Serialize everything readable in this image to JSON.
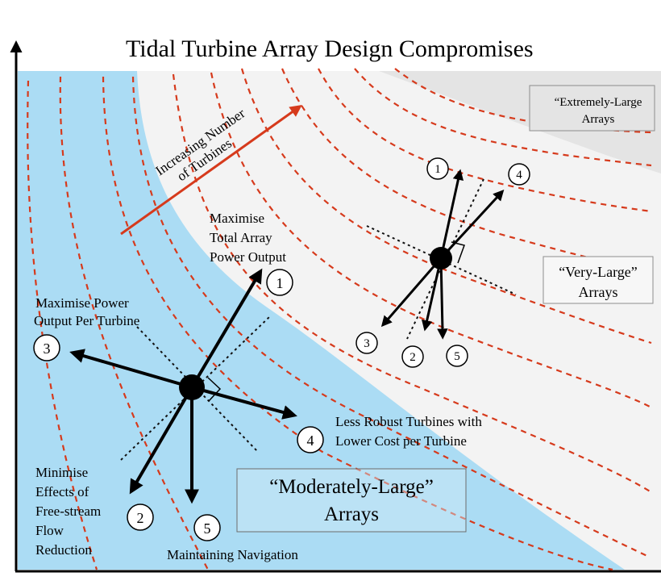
{
  "title": "Tidal Turbine Array Design Compromises",
  "increasing_label": [
    "Increasing Number",
    "of Turbines"
  ],
  "regions": {
    "moderate": [
      "“Moderately-Large”",
      "Arrays"
    ],
    "very": [
      "“Very-Large”",
      "Arrays"
    ],
    "extreme": [
      "“Extremely-Large",
      "Arrays"
    ]
  },
  "objectives": [
    {
      "num": "1",
      "label": [
        "Maximise",
        "Total Array",
        "Power Output"
      ]
    },
    {
      "num": "2",
      "label": [
        "Minimise",
        "Effects of",
        "Free-stream",
        "Flow",
        "Reduction"
      ]
    },
    {
      "num": "3",
      "label": [
        "Maximise Power",
        "Output  Per Turbine"
      ]
    },
    {
      "num": "4",
      "label": [
        "Less Robust Turbines with",
        "Lower Cost per Turbine"
      ]
    },
    {
      "num": "5",
      "label": [
        "Maintaining Navigation"
      ]
    }
  ],
  "colors": {
    "moderate_region": "#abdcf4",
    "extreme_region": "#e4e4e4",
    "outer_region": "#f3f3f3",
    "contour_lines": "#d63a1c",
    "trend_arrow": "#d63a1c"
  }
}
